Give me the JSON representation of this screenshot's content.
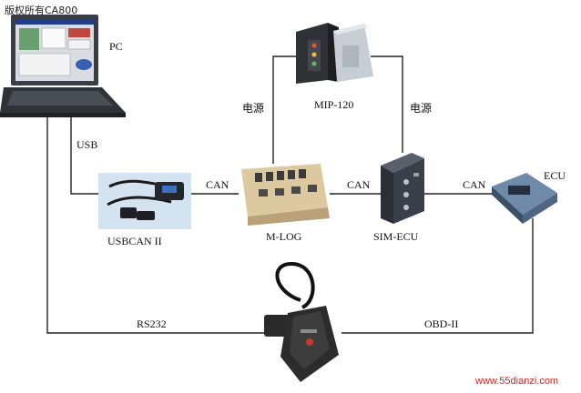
{
  "copyright": "版权所有CA800",
  "watermark": "www.55dianzi.com",
  "devices": {
    "pc": "PC",
    "usbcan": "USBCAN II",
    "mlog": "M-LOG",
    "mip": "MIP-120",
    "simecu": "SIM-ECU",
    "ecu": "ECU",
    "obd_tool": ""
  },
  "connections": {
    "usb": "USB",
    "can1": "CAN",
    "can2": "CAN",
    "can3": "CAN",
    "power_left": "电源",
    "power_right": "电源",
    "rs232": "RS232",
    "obd": "OBD-II"
  }
}
